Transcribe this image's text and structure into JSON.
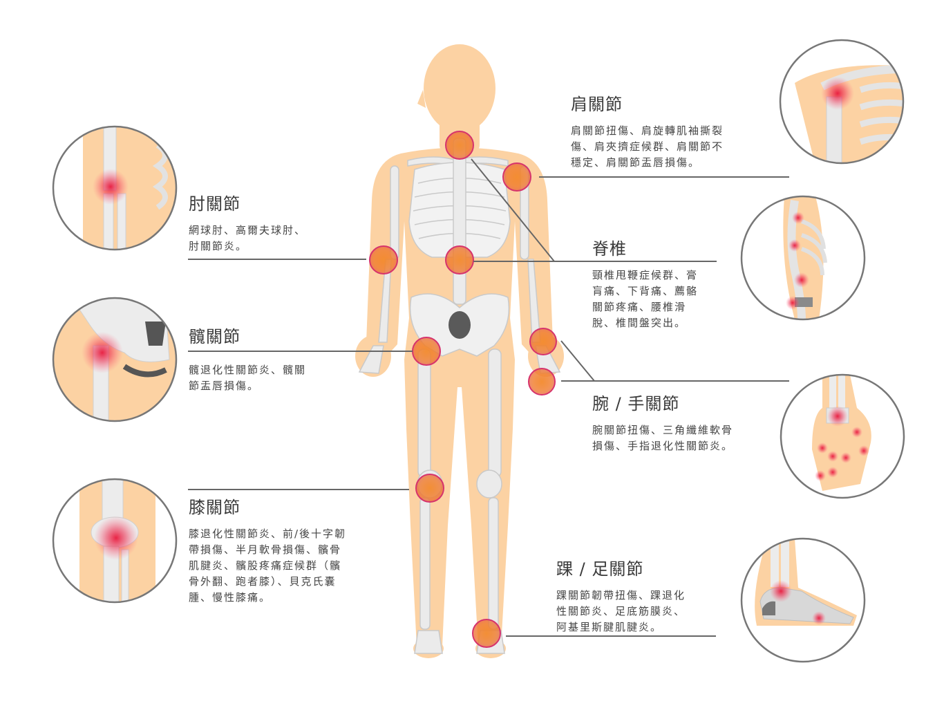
{
  "joints": {
    "shoulder": {
      "title": "肩關節",
      "lines": [
        "肩關節扭傷、肩旋轉肌袖撕裂",
        "傷、肩夾擠症候群、肩關節不",
        "穩定、肩關節盂唇損傷。"
      ]
    },
    "elbow": {
      "title": "肘關節",
      "lines": [
        "網球肘、高爾夫球肘、",
        "肘關節炎。"
      ]
    },
    "spine": {
      "title": "脊椎",
      "lines": [
        "頸椎甩鞭症候群、膏",
        "肓痛、下背痛、薦骼",
        "關節疼痛、腰椎滑",
        "脫、椎間盤突出。"
      ]
    },
    "hip": {
      "title": "髖關節",
      "lines": [
        "髖退化性關節炎、髖關",
        "節盂唇損傷。"
      ]
    },
    "wrist": {
      "title": "腕 / 手關節",
      "lines": [
        "腕關節扭傷、三角纖維軟骨",
        "損傷、手指退化性關節炎。"
      ]
    },
    "knee": {
      "title": "膝關節",
      "lines": [
        "膝退化性關節炎、前/後十字韌",
        "帶損傷、半月軟骨損傷、髕骨",
        "肌腱炎、髕股疼痛症候群（髕",
        "骨外翻、跑者膝）、貝克氏囊",
        "腫、慢性膝痛。"
      ]
    },
    "ankle": {
      "title": "踝 / 足關節",
      "lines": [
        "踝關節韌帶扭傷、踝退化",
        "性關節炎、足底筋膜炎、",
        "阿基里斯腱肌腱炎。"
      ]
    }
  },
  "colors": {
    "skin": "#fcd2a3",
    "bone": "#e6e6e6",
    "line": "#666666",
    "marker_ring": "#d6336c",
    "marker_fill": "#f07a2a",
    "pain": "#e8193c"
  }
}
